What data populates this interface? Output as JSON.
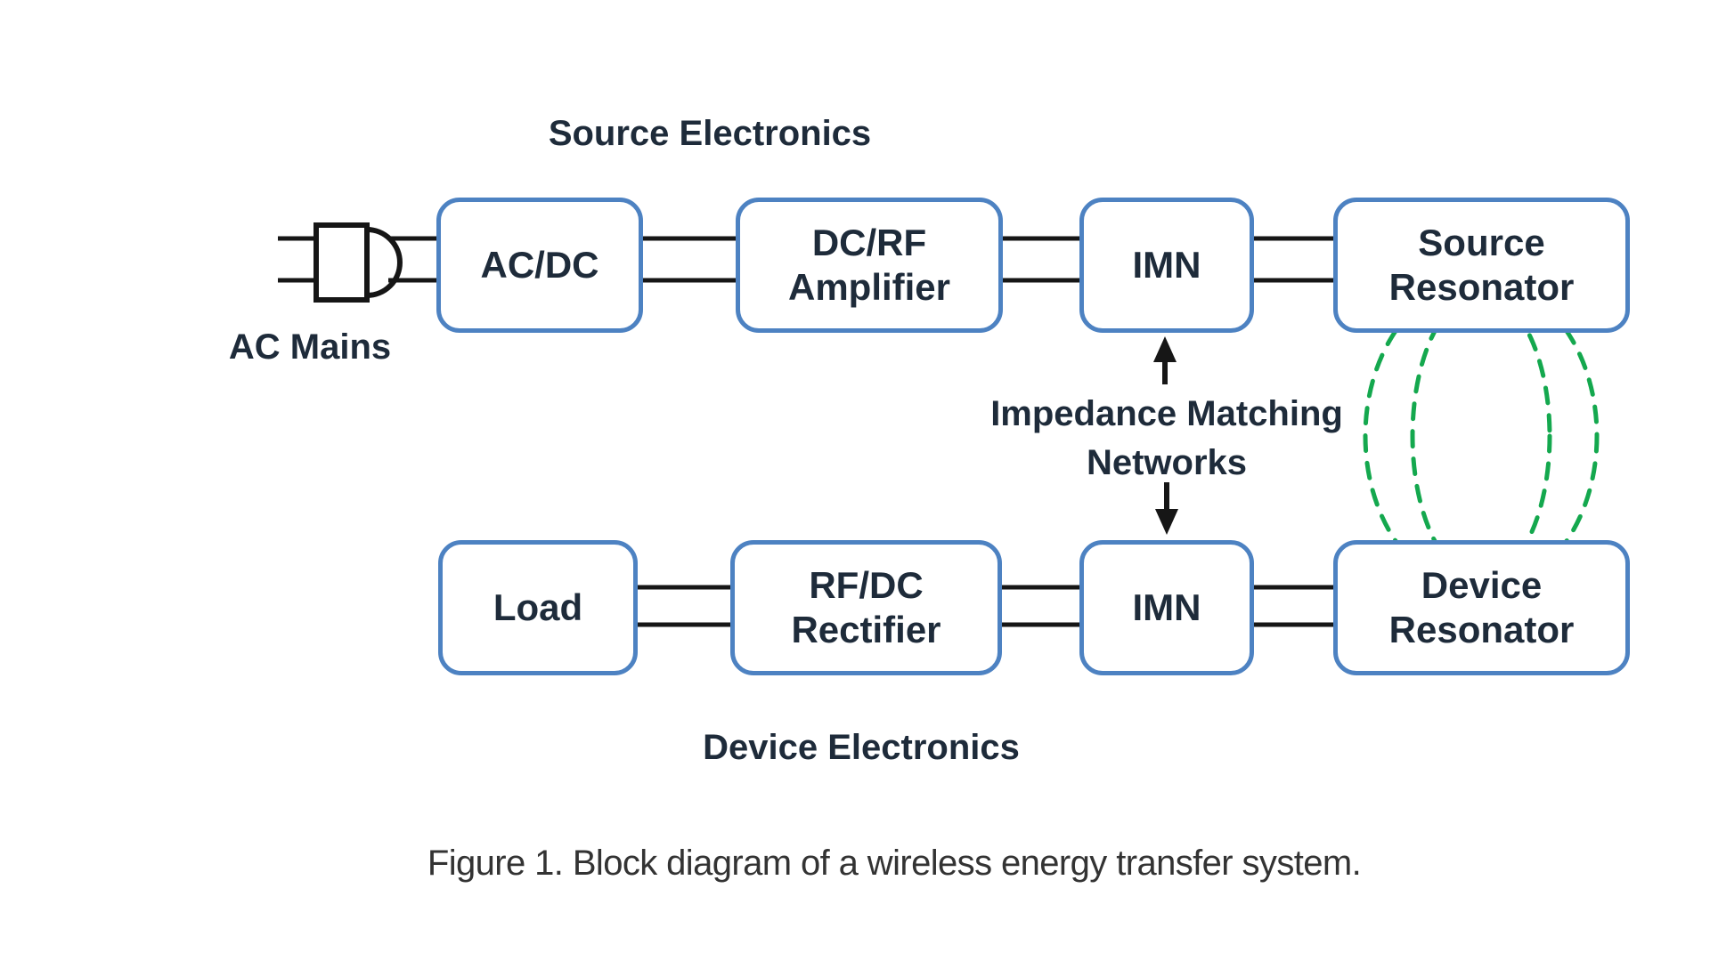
{
  "figure": {
    "caption": "Figure 1. Block diagram of a wireless energy transfer system.",
    "source_section_label": "Source Electronics",
    "device_section_label": "Device Electronics",
    "ac_mains_label": "AC Mains",
    "impedance_label": {
      "line1": "Impedance Matching",
      "line2": "Networks"
    },
    "boxes": {
      "top": [
        {
          "id": "ac-dc-converter",
          "line1": "AC/DC"
        },
        {
          "id": "dc-rf-amplifier",
          "line1": "DC/RF",
          "line2": "Amplifier"
        },
        {
          "id": "imn-source",
          "line1": "IMN"
        },
        {
          "id": "source-resonator",
          "line1": "Source",
          "line2": "Resonator"
        }
      ],
      "bottom": [
        {
          "id": "load",
          "line1": "Load"
        },
        {
          "id": "rf-dc-rectifier",
          "line1": "RF/DC",
          "line2": "Rectifier"
        },
        {
          "id": "imn-device",
          "line1": "IMN"
        },
        {
          "id": "device-resonator",
          "line1": "Device",
          "line2": "Resonator"
        }
      ]
    },
    "icons": {
      "plug": "ac-plug-icon",
      "coupling": "magnetic-coupling-field-lines-icon",
      "arrow_up": "arrow-up-icon",
      "arrow_down": "arrow-down-icon"
    },
    "colors": {
      "box_border": "#4d82c2",
      "box_text": "#1e2b3a",
      "connector_black": "#161616",
      "coupling_green": "#14a84e",
      "caption_text": "#333333"
    }
  }
}
